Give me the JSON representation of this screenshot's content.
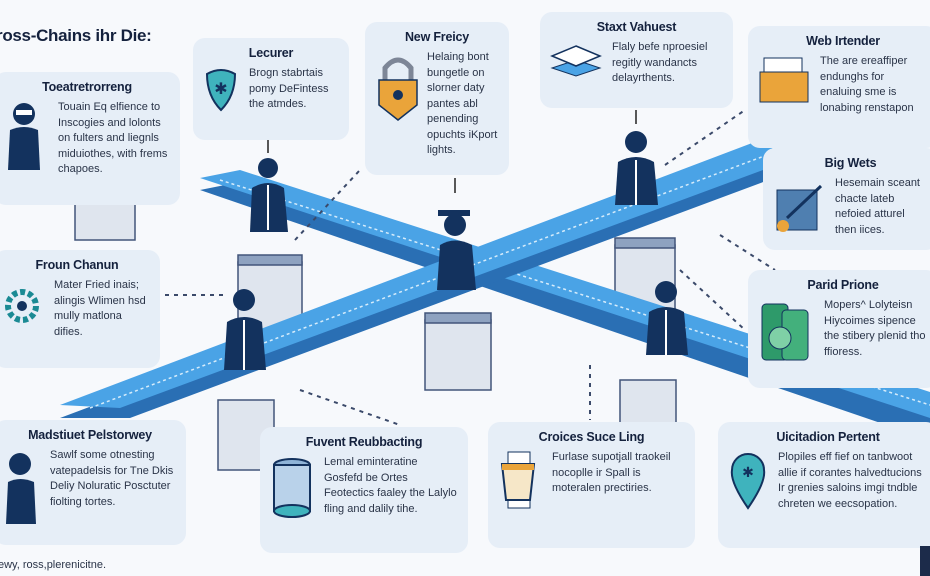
{
  "title": "ross-Chains ihr Die:",
  "cards": [
    {
      "title": "Toeatretrorreng",
      "text": "Touain Eq elfience to Inscogies and lolonts on fulters and liegnls miduiothes, with frems chapoes.",
      "icon": "hacker-icon"
    },
    {
      "title": "Lecurer",
      "text": "Brogn stabrtais pomy DeFintess the atmdes.",
      "icon": "shield-icon"
    },
    {
      "title": "New Freicy",
      "text": "Helaing bont bungetle on slorner daty pantes abl penending opuchts iKport lights.",
      "icon": "padlock-icon"
    },
    {
      "title": "Staxt Vahuest",
      "text": "Flaly befe nproesiel regitly wandancts delayrthents.",
      "icon": "layers-icon"
    },
    {
      "title": "Web Irtender",
      "text": "The are ereaffiper endunghs for enaluing sme is lonabing renstapon",
      "icon": "folder-icon"
    },
    {
      "title": "Big Wets",
      "text": "Hesemain sceant chacte lateb nefoied atturel then iices.",
      "icon": "tool-icon"
    },
    {
      "title": "Froun Chanun",
      "text": "Mater Fried inais; alingis Wlimen hsd mully matlona difies.",
      "icon": "gear-icon"
    },
    {
      "title": "Parid Prione",
      "text": "Mopers^ Lolyteisn Hiycoimes sipence the stibery plenid tho ffioress.",
      "icon": "cans-icon"
    },
    {
      "title": "Madstiuet Pelstorwey",
      "text": "Sawlf some otnesting vatepadelsis for Tne Dkis Deliy Noluratic Posctuter fiolting tortes.",
      "icon": "person-icon"
    },
    {
      "title": "Fuvent Reubbacting",
      "text": "Lemal eminteratine Gosfefd be Ortes Feotectics faaley the Lalylo fling and dalily tihe.",
      "icon": "database-icon"
    },
    {
      "title": "Croices Suce Ling",
      "text": "Furlase supotjall traokeil nocoplle ir Spall is moteralen prectiries.",
      "icon": "cup-icon"
    },
    {
      "title": "Uicitadion Pertent",
      "text": "Plopiles eff fief on tanbwoot allie if corantes halvedtucions Ir grenies saloins imgi tndble chreten we eecsopation.",
      "icon": "location-pin-icon"
    }
  ],
  "footer": "ewy, ross,plerenicitne.",
  "colors": {
    "bridge": "#3f96dc",
    "bridge_dark": "#2a6fb4",
    "navy": "#13325e",
    "accent": "#e8a33a",
    "card": "#e6eef7"
  }
}
